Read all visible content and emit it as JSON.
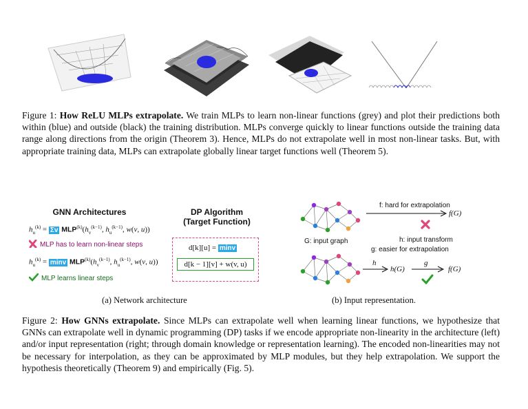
{
  "figure1": {
    "label": "Figure 1:",
    "title": "How ReLU MLPs extrapolate.",
    "body": "We train MLPs to learn non-linear functions (grey) and plot their predictions both within (blue) and outside (black) the training distribution. MLPs converge quickly to linear functions outside the training data range along directions from the origin (Theorem 3). Hence, MLPs do not extrapolate well in most non-linear tasks. But, with appropriate training data, MLPs can extrapolate globally linear target functions well (Theorem 5)."
  },
  "gnn": {
    "title": "GNN Architectures",
    "eq1_sigma": "Σv",
    "mlp": "MLP",
    "args": "(h_v^(k−1), h_u^(k−1), w(v,u))",
    "fail_text": "MLP has to learn non-linear steps",
    "eq2_min": "minv",
    "ok_text": "MLP learns linear steps",
    "lhs": "h_u^(k) ="
  },
  "dp": {
    "title_line1": "DP Algorithm",
    "title_line2": "(Target Function)",
    "eq1_lhs": "d[k][u] =",
    "eq1_min": "minv",
    "eq2": "d[k − 1][v] + w(v, u)"
  },
  "input_rep": {
    "f_label": "f: hard for extrapolation",
    "fG": "f(G)",
    "input_graph": "G: input graph",
    "h_label": "h: input transform",
    "g_label": "g: easier for extrapolation",
    "h_arrow": "h",
    "hG": "h(G)",
    "g_arrow": "g",
    "fG2": "f(G)"
  },
  "subcaptions": {
    "a": "(a) Network architecture",
    "b": "(b) Input representation."
  },
  "figure2": {
    "label": "Figure 2:",
    "title": "How GNNs extrapolate.",
    "body": "Since MLPs can extrapolate well when learning linear functions, we hypothesize that GNNs can extrapolate well in dynamic programming (DP) tasks if we encode appropriate non-linearity in the architecture (left) and/or input representation (right; through domain knowledge or representation learning). The encoded non-linearities may not be necessary for interpolation, as they can be approximated by MLP modules, but they help extrapolation. We support the hypothesis theoretically (Theorem 9) and empirically (Fig. 5)."
  },
  "colors": {
    "blue": "#2a2ae0",
    "highlight": "#2aa7e4",
    "red": "#e0457b",
    "green": "#2aa02a",
    "dp_border": "#e0457b"
  }
}
